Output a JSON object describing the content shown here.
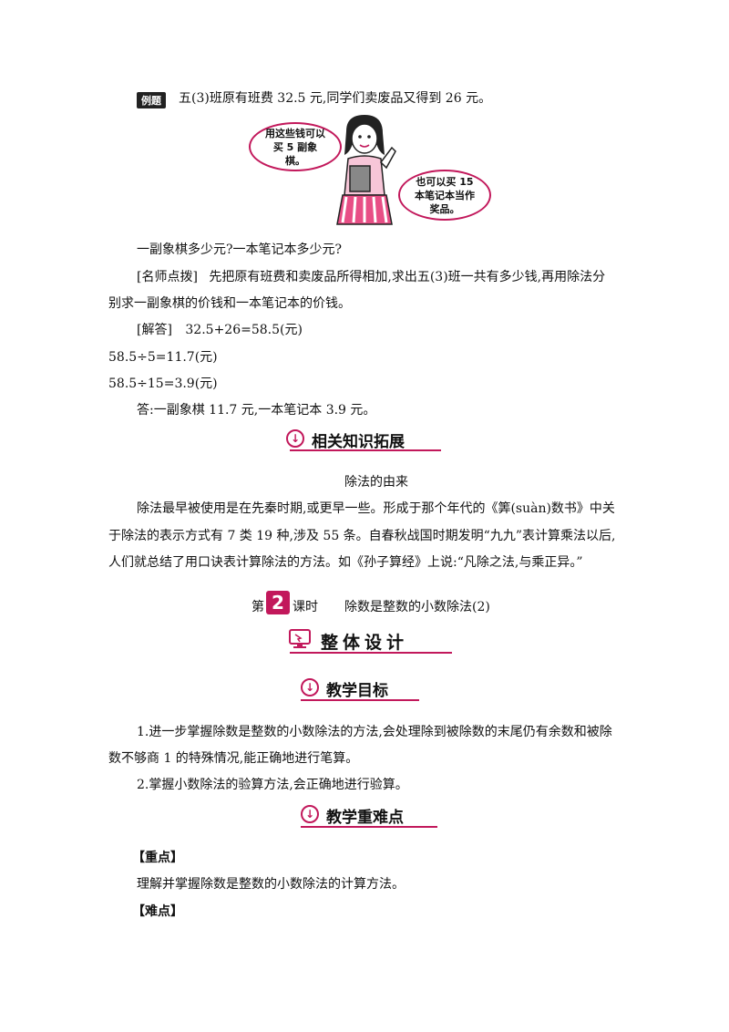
{
  "example": {
    "tag": "例题",
    "problem": "五(3)班原有班费 32.5 元,同学们卖废品又得到 26 元。",
    "bubble_left": "用这些钱可以买 5 副象棋。",
    "bubble_right": "也可以买 15 本笔记本当作奖品。",
    "question": "一副象棋多少元?一本笔记本多少元?",
    "tip_label": "[名师点拨]",
    "tip_line1": "先把原有班费和卖废品所得相加,求出五(3)班一共有多少钱,再用除法分",
    "tip_line2": "别求一副象棋的价钱和一本笔记本的价钱。",
    "answer_label": "[解答]",
    "answer_line1": "32.5+26=58.5(元)",
    "answer_line2": "58.5÷5=11.7(元)",
    "answer_line3": "58.5÷15=3.9(元)",
    "answer_final": "答:一副象棋 11.7 元,一本笔记本 3.9 元。"
  },
  "extension": {
    "heading": "相关知识拓展",
    "title": "除法的由来",
    "p1": "除法最早被使用是在先秦时期,或更早一些。形成于那个年代的《筭(suàn)数书》中关",
    "p2": "于除法的表示方式有 7 类 19 种,涉及 55 条。自春秋战国时期发明“九九”表计算乘法以后,",
    "p3": "人们就总结了用口诀表计算除法的方法。如《孙子算经》上说:“凡除之法,与乘正异。”"
  },
  "lesson": {
    "prefix": "第",
    "number": "2",
    "suffix": "课时",
    "title": "除数是整数的小数除法(2)"
  },
  "design": {
    "heading": "整体设计"
  },
  "goals": {
    "heading": "教学目标",
    "item1_line1": "1.进一步掌握除数是整数的小数除法的方法,会处理除到被除数的末尾仍有余数和被除",
    "item1_line2": "数不够商 1 的特殊情况,能正确地进行笔算。",
    "item2": "2.掌握小数除法的验算方法,会正确地进行验算。"
  },
  "key_points": {
    "heading": "教学重难点",
    "key_label": "【重点】",
    "key_text": "理解并掌握除数是整数的小数除法的计算方法。",
    "hard_label": "【难点】"
  },
  "colors": {
    "accent": "#c2185b"
  }
}
